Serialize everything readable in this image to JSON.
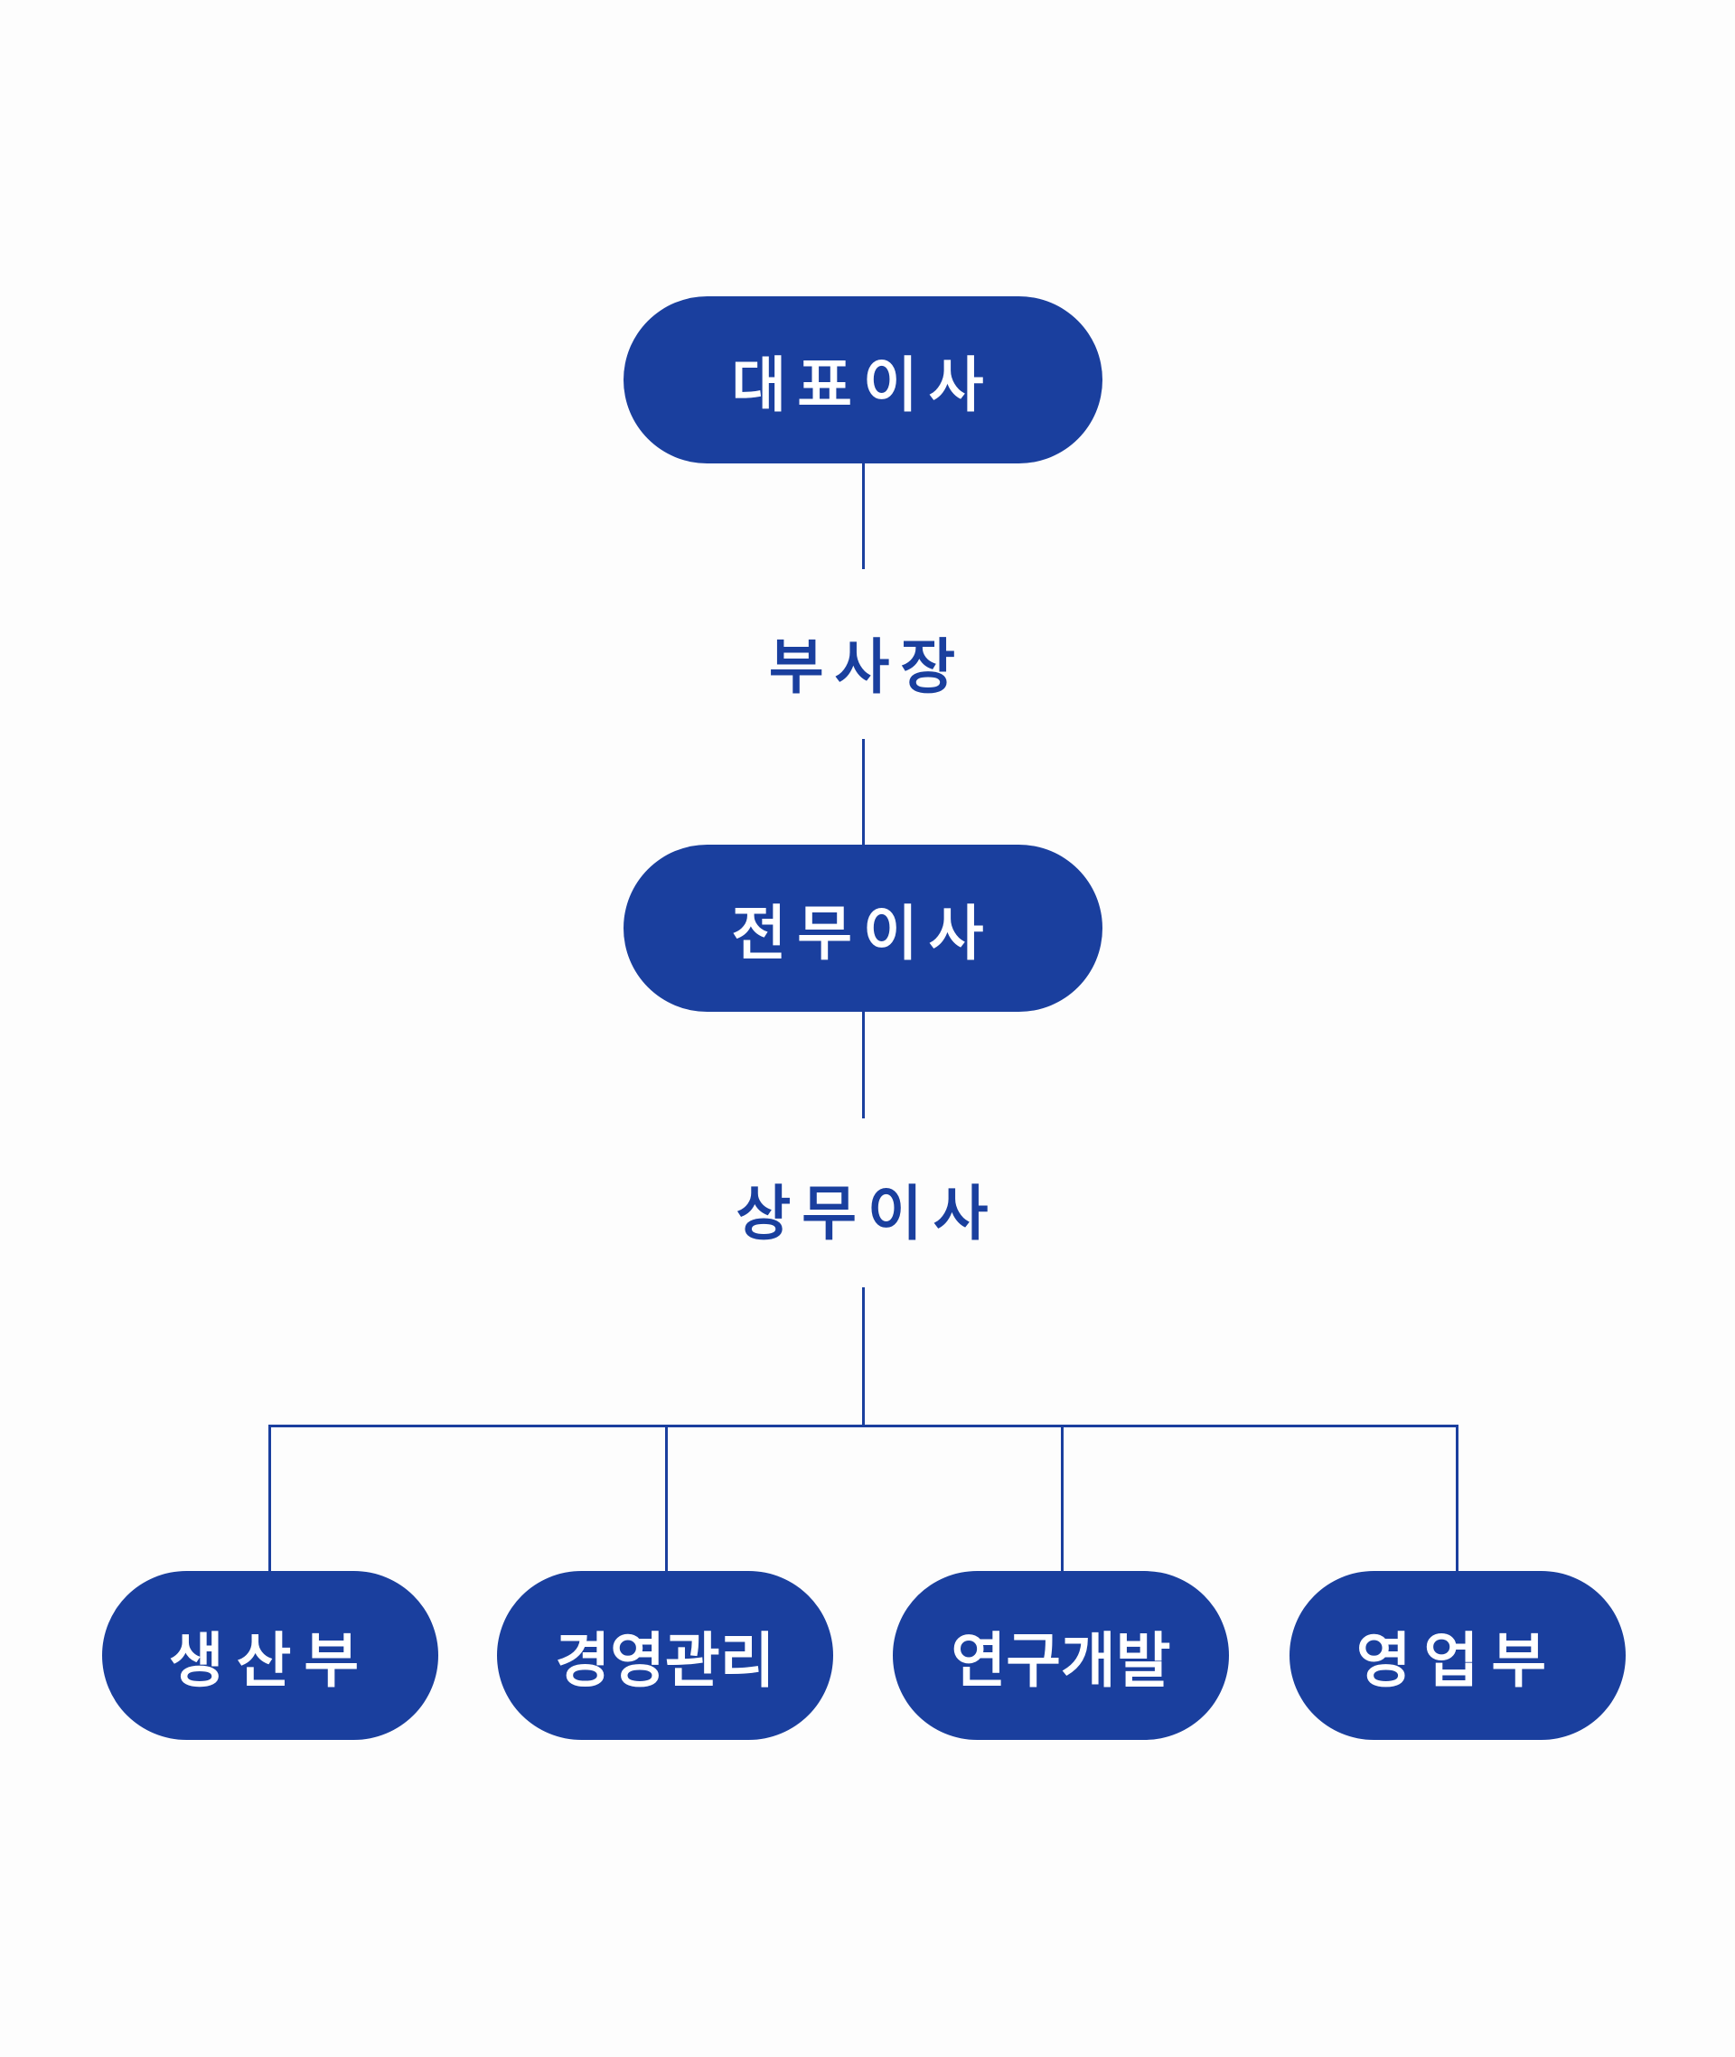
{
  "org": {
    "ceo": "대표이사",
    "vice_president": "부사장",
    "senior_managing_director": "전무이사",
    "managing_director": "상무이사",
    "departments": [
      "생산부",
      "경영관리",
      "연구개발",
      "영업부"
    ]
  },
  "colors": {
    "primary": "#1a3f9e",
    "background": "#fdfdfd",
    "pill_text": "#ffffff"
  }
}
